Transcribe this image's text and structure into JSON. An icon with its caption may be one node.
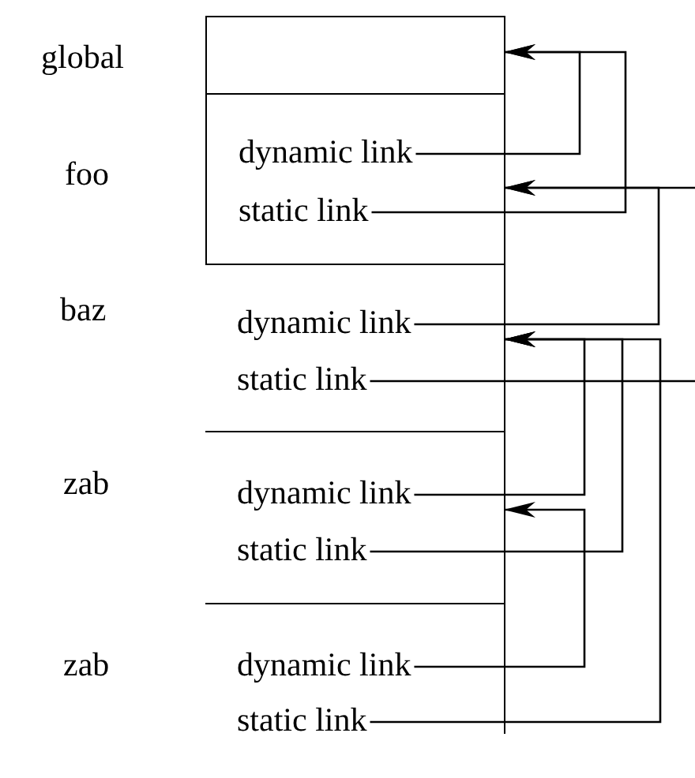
{
  "diagram": {
    "nodes": [
      {
        "text": [],
        "shape": "box",
        "beside": [
          "global"
        ]
      },
      {
        "text": [],
        "shape": "box",
        "beside": [
          "foo"
        ]
      },
      {
        "text": [
          "dynamic link"
        ],
        "in": 1
      },
      {
        "text": [
          "static link"
        ],
        "in": 1
      },
      {
        "text": [],
        "shape": "box",
        "beside": [
          "baz"
        ]
      },
      {
        "text": [
          "dynamic link"
        ],
        "in": 4
      },
      {
        "text": [
          "static link"
        ],
        "in": 4
      },
      {
        "text": [],
        "shape": "box",
        "beside": [
          "zab"
        ]
      },
      {
        "text": [
          "dynamic link"
        ],
        "in": 7
      },
      {
        "text": [
          "static link"
        ],
        "in": 7
      },
      {
        "text": [],
        "shape": "box",
        "beside": [
          "zab"
        ]
      },
      {
        "text": [
          "dynamic link"
        ],
        "in": 10
      },
      {
        "text": [
          "static link"
        ],
        "in": 10
      }
    ],
    "edges": [
      {
        "from": 2,
        "to": 0,
        "arrow": "to"
      },
      {
        "from": 3,
        "to": 0,
        "arrow": "to"
      },
      {
        "from": 5,
        "to": 1,
        "arrow": "to"
      },
      {
        "from": null,
        "to": 1,
        "arrow": "to"
      },
      {
        "from": 6,
        "to": null,
        "arrow": "none"
      },
      {
        "from": 8,
        "to": 4,
        "arrow": "to"
      },
      {
        "from": 9,
        "to": 4,
        "arrow": "to"
      },
      {
        "from": 11,
        "to": 7,
        "arrow": "to"
      },
      {
        "from": 12,
        "to": 4,
        "arrow": "to"
      }
    ]
  }
}
